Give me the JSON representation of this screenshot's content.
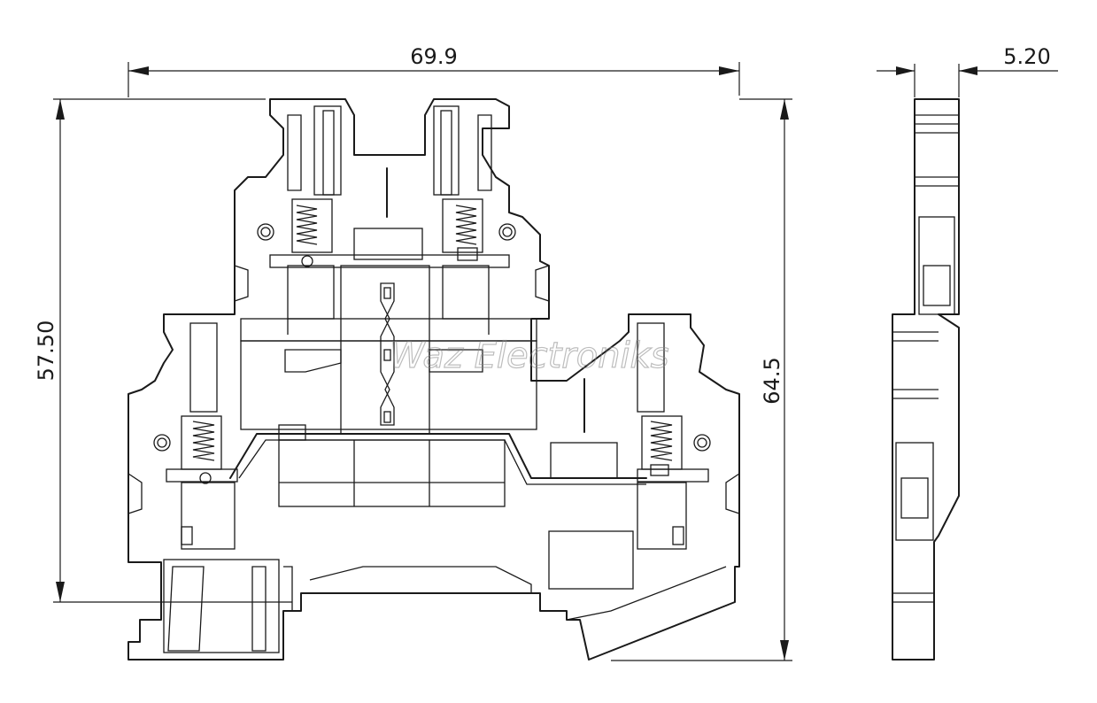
{
  "dimensions": {
    "width_total": "69.9",
    "thickness": "5.20",
    "height_rail": "57.50",
    "height_total": "64.5"
  },
  "watermark": "Waz Electroniks",
  "colors": {
    "line": "#1a1a1a",
    "background": "#ffffff",
    "watermark": "#888888"
  }
}
